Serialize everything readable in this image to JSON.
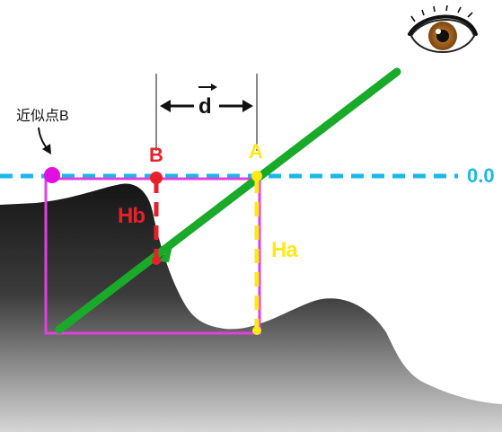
{
  "labels": {
    "approx_point": "近似点B",
    "point_b": "B",
    "point_a": "A",
    "hb": "Hb",
    "ha": "Ha",
    "distance": "d",
    "reference_level": "0.0"
  },
  "icons": {
    "eye": "eye-icon",
    "arrow": "arrow-icon"
  },
  "colors": {
    "terrain_dark": "#1a1a1a",
    "terrain_light": "#c8c8c8",
    "ray": "#1aaa2a",
    "reference_line": "#1ab8e8",
    "point_b": "#e8202a",
    "point_a": "#ffe81a",
    "approx_box": "#e040e0",
    "approx_point": "#e010e0",
    "dimension": "#111111",
    "iris": "#b06a1a"
  }
}
